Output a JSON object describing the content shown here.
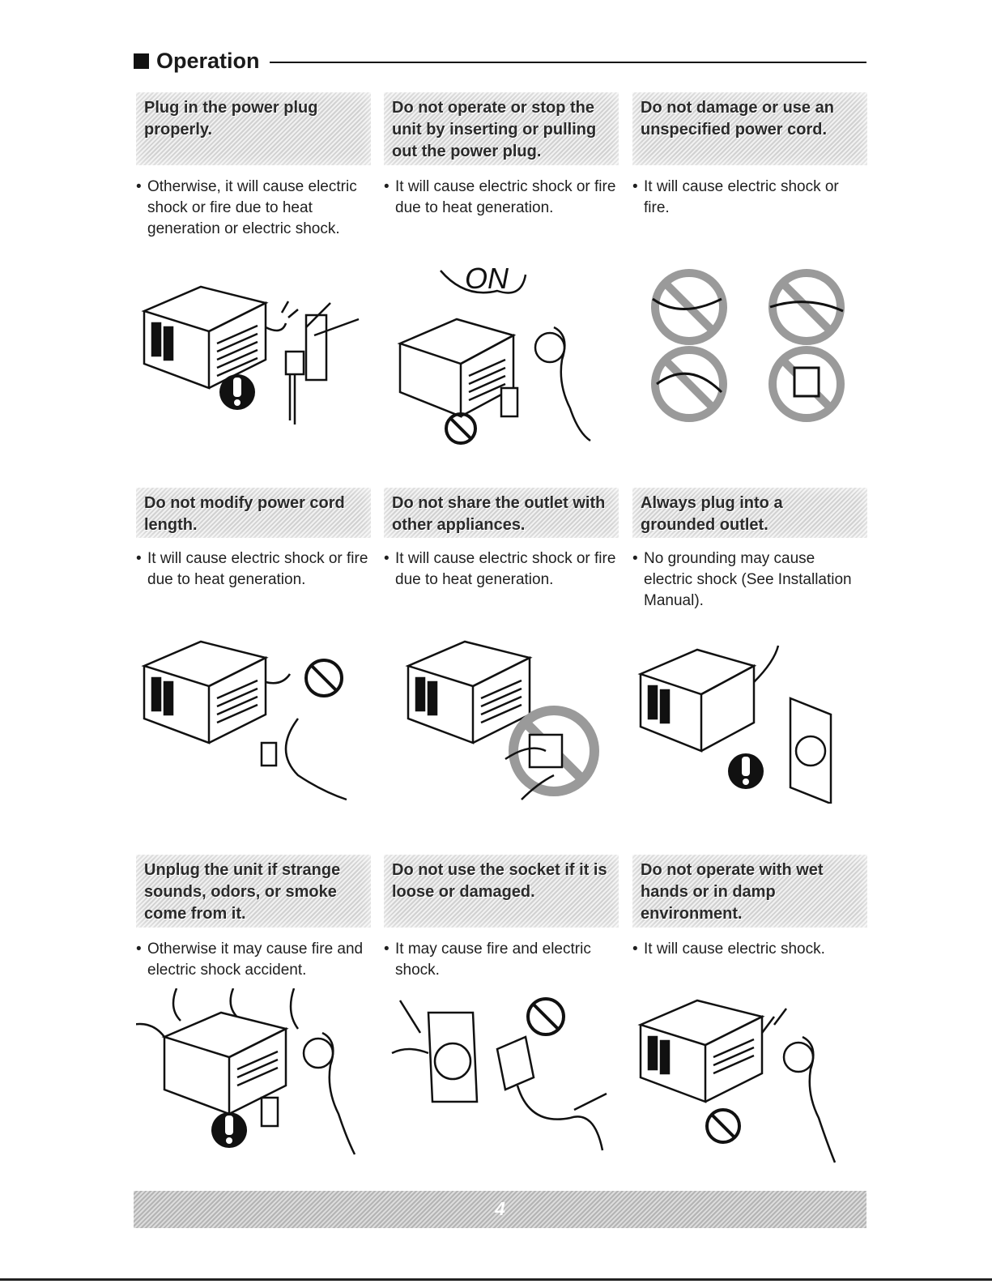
{
  "section": {
    "title": "Operation"
  },
  "items": [
    {
      "heading": "Plug in the power plug properly.",
      "text": "Otherwise, it will cause electric shock or fire due to heat generation or electric shock.",
      "symbol": "exclamation-icon"
    },
    {
      "heading": "Do not operate or stop the unit by inserting or pulling out the power plug.",
      "text": "It will cause electric shock or fire due to heat generation.",
      "symbol": "prohibited-icon",
      "callout": "ON"
    },
    {
      "heading": "Do not damage or use an unspecified power cord.",
      "text": "It will cause electric shock or fire.",
      "symbol": "prohibited-icon"
    },
    {
      "heading": "Do not modify power cord length.",
      "text": "It will cause electric shock or fire due to heat generation.",
      "symbol": "prohibited-icon"
    },
    {
      "heading": "Do not share the outlet with other appliances.",
      "text": "It will cause electric shock or fire due to heat generation.",
      "symbol": "prohibited-icon"
    },
    {
      "heading": "Always plug into a grounded outlet.",
      "text": "No grounding may cause electric shock (See Installation Manual).",
      "symbol": "exclamation-icon"
    },
    {
      "heading": "Unplug the unit if strange sounds, odors, or smoke come from it.",
      "text": "Otherwise it may cause fire and electric shock accident.",
      "symbol": "exclamation-icon"
    },
    {
      "heading": "Do not use the socket if it is loose or damaged.",
      "text": "It may cause fire and electric shock.",
      "symbol": "prohibited-icon"
    },
    {
      "heading": "Do not operate with wet hands or in damp environment.",
      "text": "It will cause electric shock.",
      "symbol": "prohibited-icon"
    }
  ],
  "footer": {
    "page_number": "4"
  }
}
